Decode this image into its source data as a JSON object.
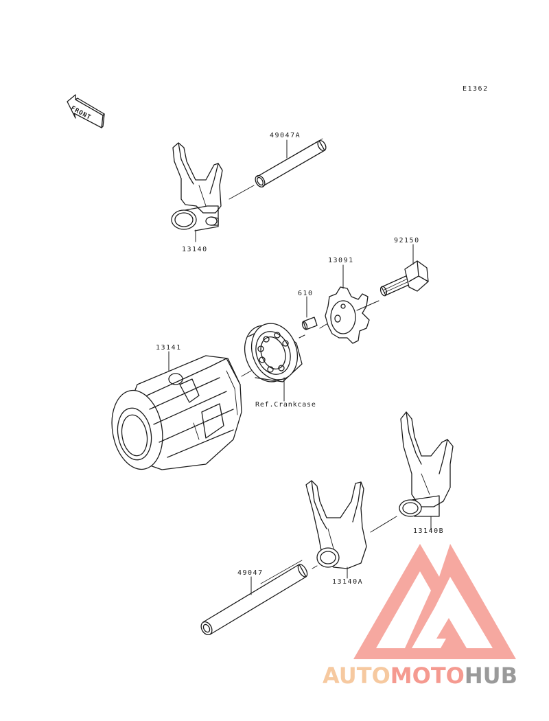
{
  "diagram": {
    "code": "E1362",
    "front_label": "FRONT",
    "parts": [
      {
        "id": "49047A",
        "label": "49047A"
      },
      {
        "id": "13140",
        "label": "13140"
      },
      {
        "id": "92150",
        "label": "92150"
      },
      {
        "id": "13091",
        "label": "13091"
      },
      {
        "id": "610",
        "label": "610"
      },
      {
        "id": "13141",
        "label": "13141"
      },
      {
        "id": "ref-crankcase",
        "label": "Ref.Crankcase"
      },
      {
        "id": "13140B",
        "label": "13140B"
      },
      {
        "id": "49047",
        "label": "49047"
      },
      {
        "id": "13140A",
        "label": "13140A"
      }
    ]
  },
  "watermark": {
    "part1": "AUTO",
    "part2": "MOTO",
    "part3": "HUB",
    "colors": {
      "auto": "#f6c9a0",
      "moto": "#f59a90",
      "hub": "#9a9a9a",
      "logo": "#f2867b"
    }
  }
}
